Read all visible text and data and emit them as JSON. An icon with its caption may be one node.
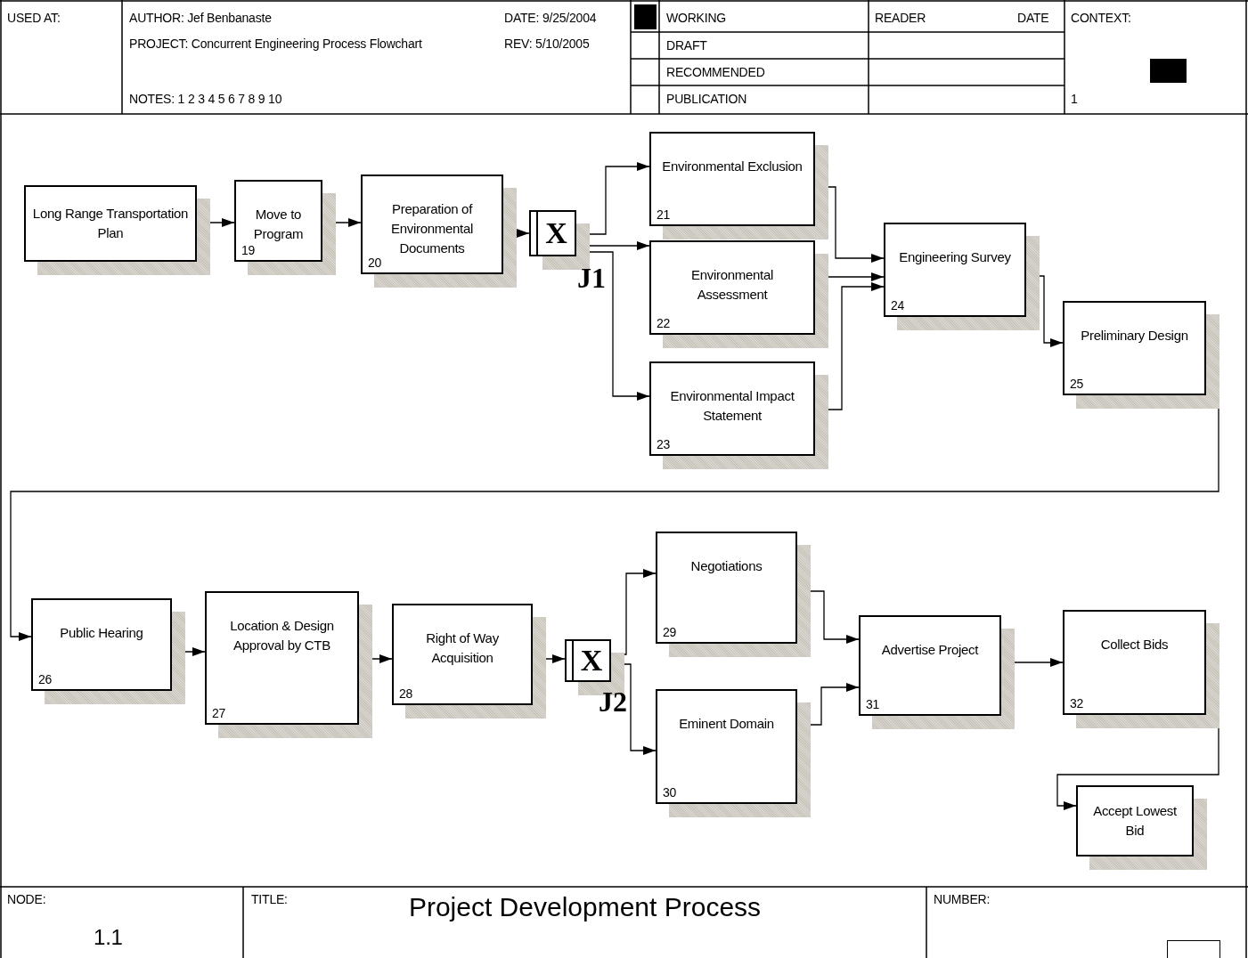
{
  "diagram": {
    "title": "Project Development Process",
    "nodes": [
      {
        "text": [
          "Long Range Transportation Plan"
        ]
      },
      {
        "text": [
          "Move to Program",
          "19"
        ]
      },
      {
        "text": [
          "Preparation of Environmental Documents",
          "20"
        ]
      },
      {
        "text": [
          "X"
        ],
        "beside": [
          "J1"
        ]
      },
      {
        "text": [
          "Environmental Exclusion",
          "21"
        ]
      },
      {
        "text": [
          "Environmental Assessment",
          "22"
        ]
      },
      {
        "text": [
          "Environmental Impact Statement",
          "23"
        ]
      },
      {
        "text": [
          "Engineering Survey",
          "24"
        ]
      },
      {
        "text": [
          "Preliminary Design",
          "25"
        ]
      },
      {
        "text": [
          "Public Hearing",
          "26"
        ]
      },
      {
        "text": [
          "Location & Design Approval by CTB",
          "27"
        ]
      },
      {
        "text": [
          "Right of Way Acquisition",
          "28"
        ]
      },
      {
        "text": [
          "X"
        ],
        "beside": [
          "J2"
        ]
      },
      {
        "text": [
          "Negotiations",
          "29"
        ]
      },
      {
        "text": [
          "Eminent Domain",
          "30"
        ]
      },
      {
        "text": [
          "Advertise Project",
          "31"
        ]
      },
      {
        "text": [
          "Collect Bids",
          "32"
        ]
      },
      {
        "text": [
          "Accept Lowest Bid"
        ]
      }
    ],
    "edges": [
      {
        "from": 0,
        "to": 1,
        "arrow": "to"
      },
      {
        "from": 1,
        "to": 2,
        "arrow": "to"
      },
      {
        "from": 2,
        "to": 3,
        "arrow": "to"
      },
      {
        "from": 3,
        "to": 4,
        "arrow": "to"
      },
      {
        "from": 3,
        "to": 5,
        "arrow": "to"
      },
      {
        "from": 3,
        "to": 6,
        "arrow": "to"
      },
      {
        "from": 4,
        "to": 7,
        "arrow": "to"
      },
      {
        "from": 5,
        "to": 7,
        "arrow": "to"
      },
      {
        "from": 6,
        "to": 7,
        "arrow": "to"
      },
      {
        "from": 7,
        "to": 8,
        "arrow": "to"
      },
      {
        "from": 8,
        "to": 9,
        "arrow": "to"
      },
      {
        "from": 9,
        "to": 10,
        "arrow": "to"
      },
      {
        "from": 10,
        "to": 11,
        "arrow": "to"
      },
      {
        "from": 11,
        "to": 12,
        "arrow": "to"
      },
      {
        "from": 12,
        "to": 13,
        "arrow": "to"
      },
      {
        "from": 12,
        "to": 14,
        "arrow": "to"
      },
      {
        "from": 13,
        "to": 15,
        "arrow": "to"
      },
      {
        "from": 14,
        "to": 15,
        "arrow": "to"
      },
      {
        "from": 15,
        "to": 16,
        "arrow": "to"
      },
      {
        "from": 16,
        "to": 17,
        "arrow": "to"
      }
    ],
    "labels": [
      "USED AT:",
      "AUTHOR: Jef Benbanaste",
      "DATE: 9/25/2004",
      "WORKING",
      "READER",
      "DATE",
      "CONTEXT:",
      "PROJECT: Concurrent Engineering Process Flowchart",
      "REV: 5/10/2005",
      "DRAFT",
      "RECOMMENDED",
      "NOTES: 1 2 3 4 5 6 7 8 9 10",
      "PUBLICATION",
      "1",
      "NODE:",
      "TITLE:",
      "NUMBER:",
      "1.1"
    ]
  }
}
